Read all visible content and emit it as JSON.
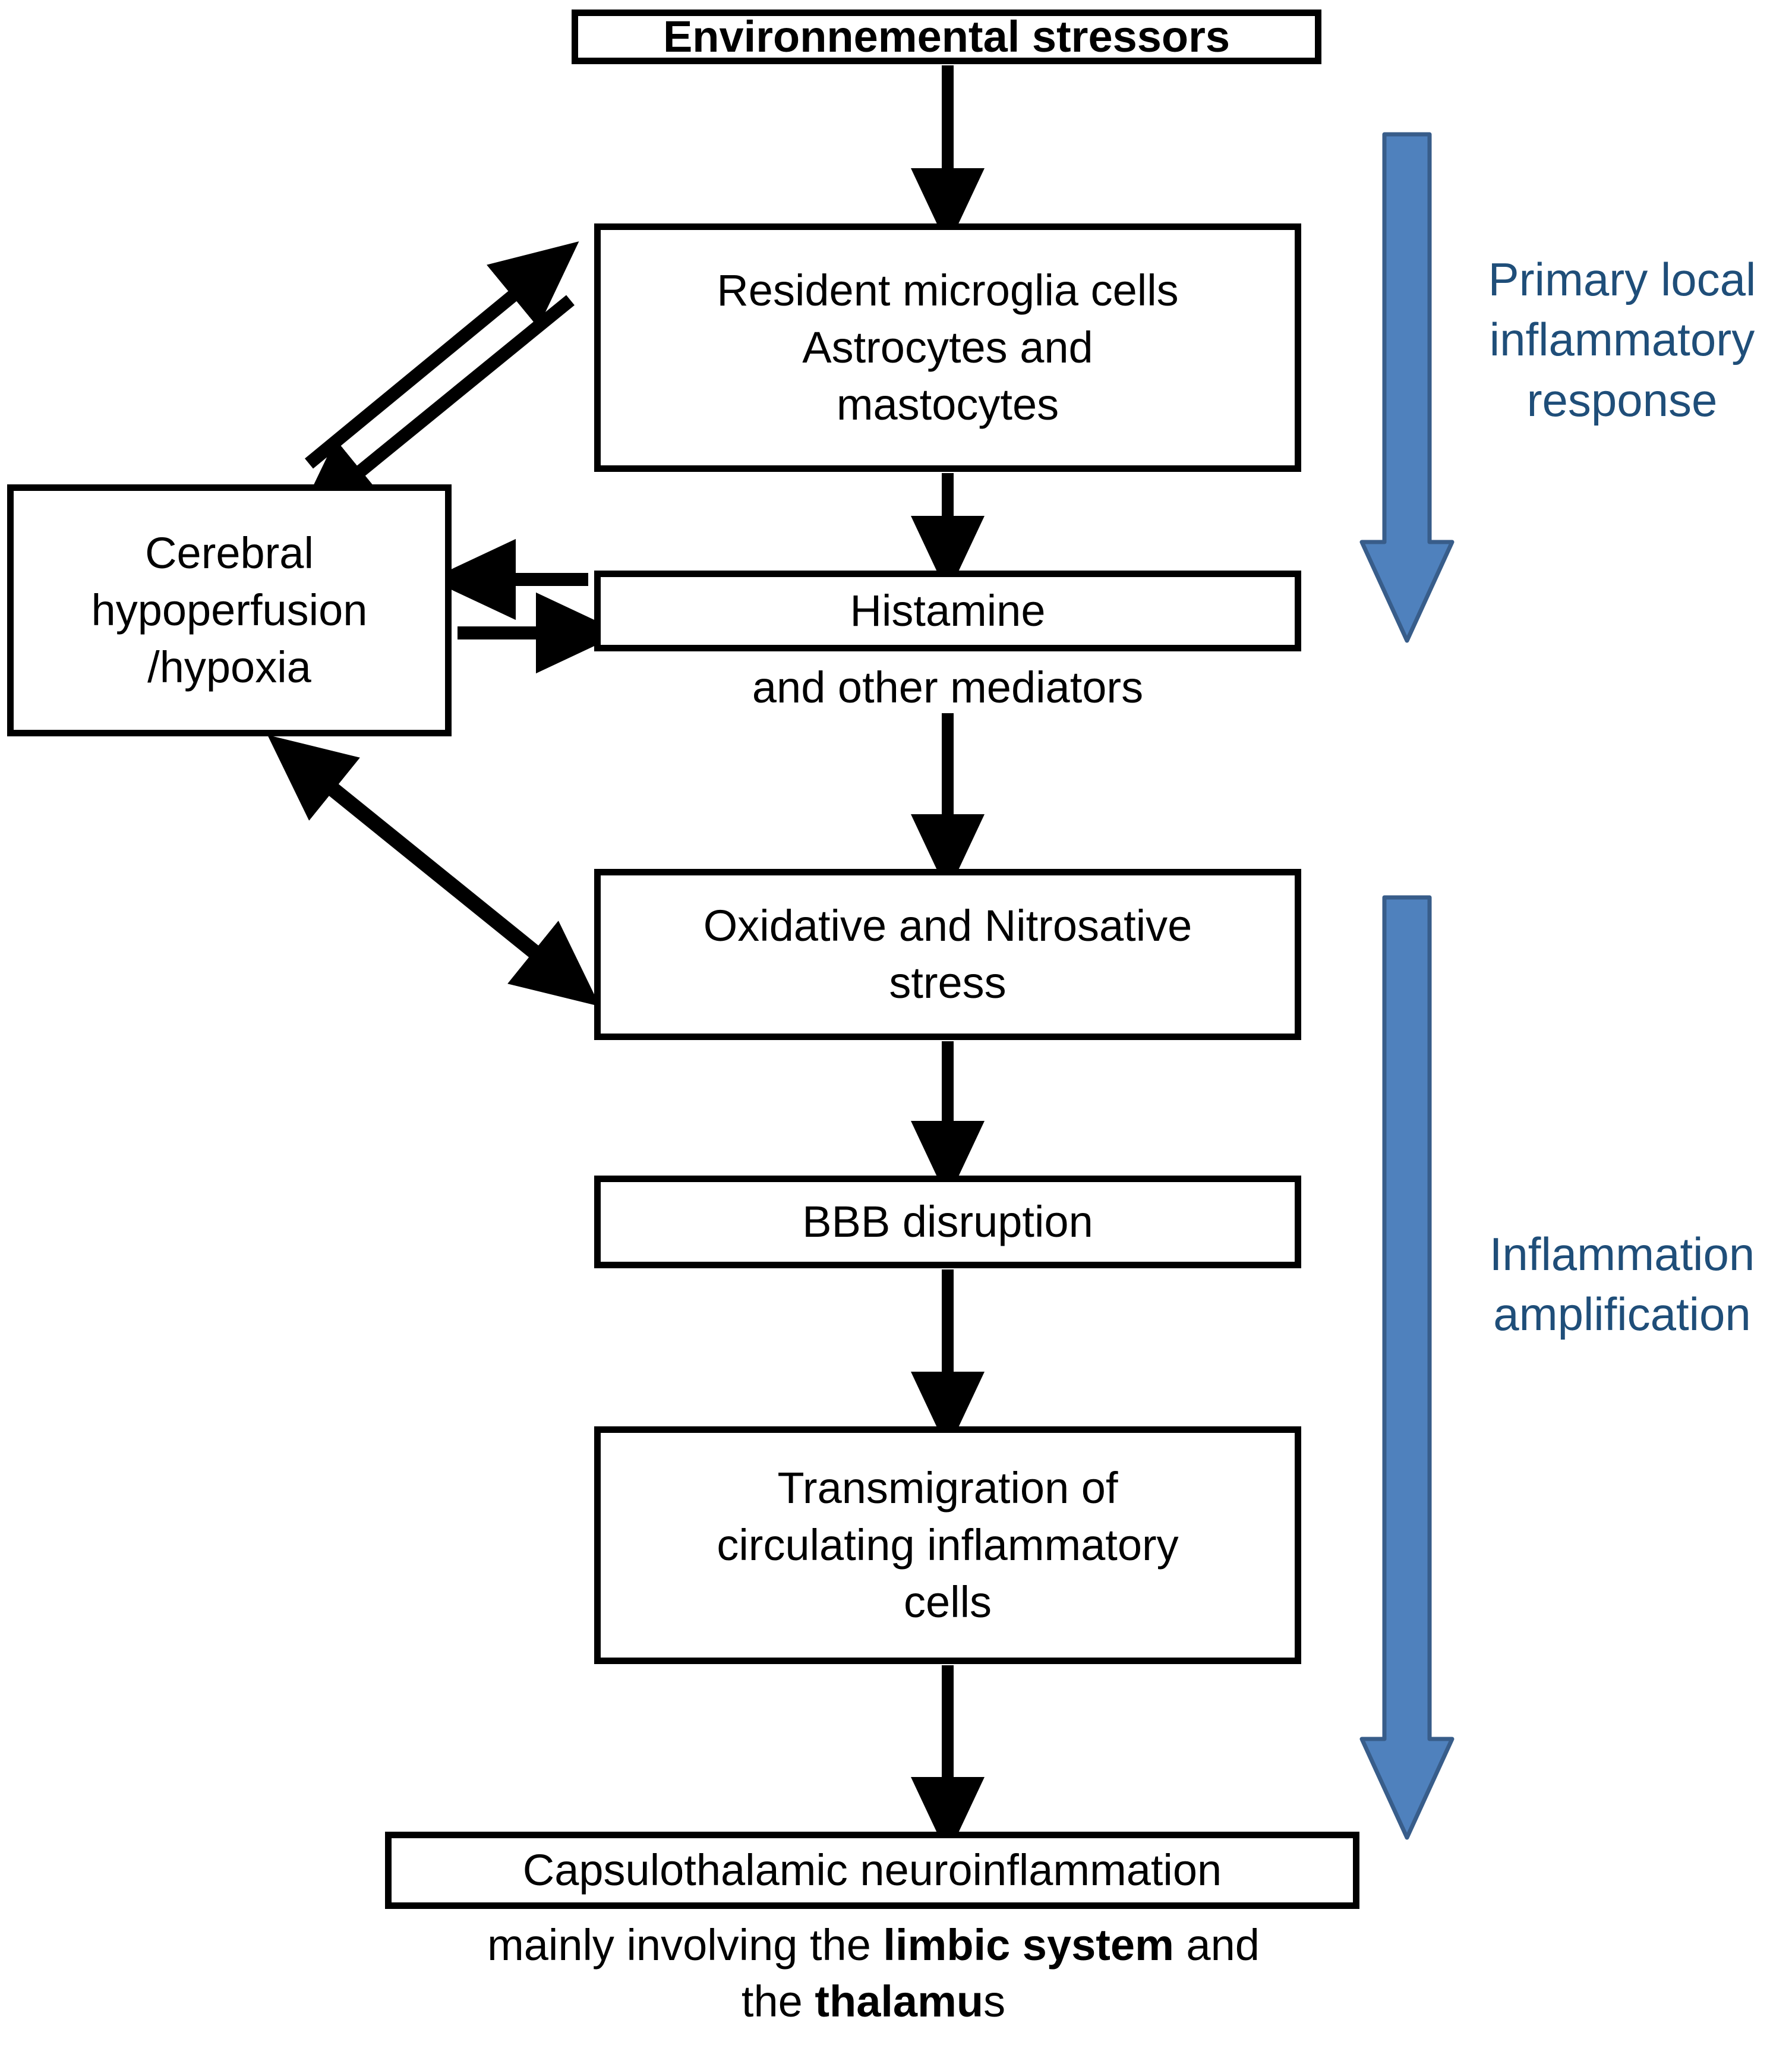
{
  "diagram": {
    "title": "Capsulothalamic neuroinflammation pathway flowchart",
    "nodes": {
      "environmental_stressors": "Environnemental stressors",
      "resident_microglia": "Resident microglia cells\nAstrocytes and\nmastocytes",
      "cerebral_hypoperfusion": "Cerebral\nhypoperfusion\n/hypoxia",
      "histamine": "Histamine",
      "oxidative_stress": "Oxidative and Nitrosative\nstress",
      "bbb_disruption": "BBB disruption",
      "transmigration": "Transmigration of\ncirculating inflammatory\ncells",
      "capsulothalamic": "Capsulothalamic neuroinflammation"
    },
    "captions": {
      "mediators": "and other mediators",
      "bottom_line1_pre": "mainly involving the ",
      "bottom_line1_bold": "limbic system",
      "bottom_line1_post": " and",
      "bottom_line2_pre": "the ",
      "bottom_line2_bold": "thalamu",
      "bottom_line2_post": "s"
    },
    "phase_labels": {
      "primary": "Primary local\ninflammatory\nresponse",
      "amplification": "Inflammation\namplification"
    },
    "colors": {
      "arrow_fill": "#4F81BD",
      "arrow_border": "#385D8A",
      "label_text": "#1F4E79",
      "node_border": "#000000",
      "node_fill": "#FFFFFF",
      "connector": "#000000"
    }
  }
}
